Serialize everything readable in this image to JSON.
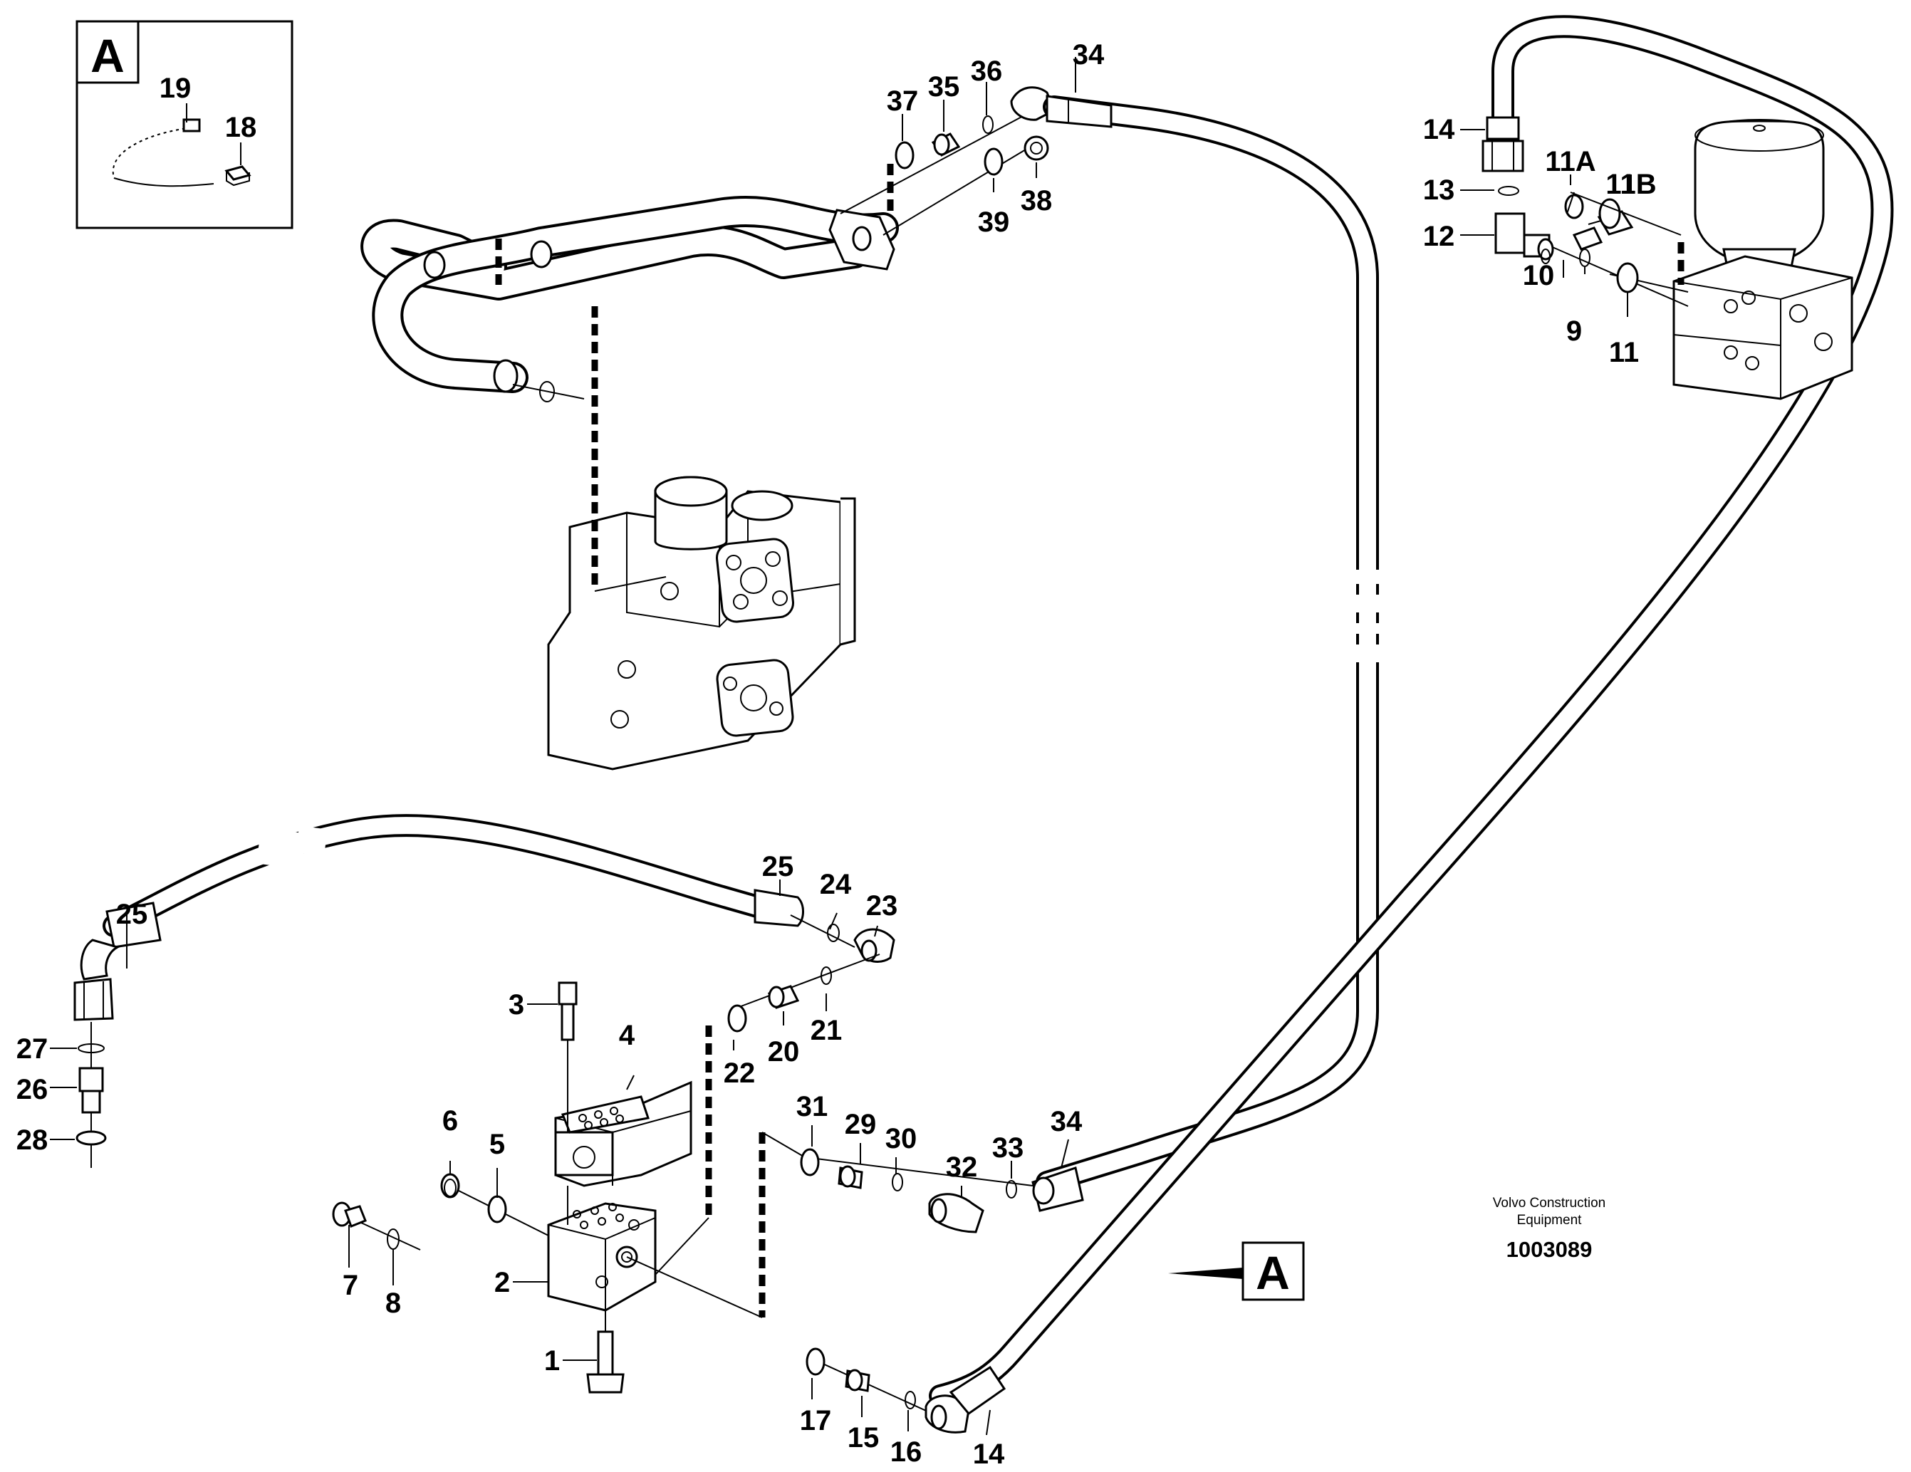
{
  "inset": {
    "letter": "A",
    "labels": [
      "19",
      "18"
    ]
  },
  "callout": {
    "letter": "A"
  },
  "caption": {
    "line1": "Volvo Construction",
    "line2": "Equipment",
    "number": "1003089"
  },
  "labels": {
    "l34a": "34",
    "l37": "37",
    "l35": "35",
    "l36": "36",
    "l38": "38",
    "l39": "39",
    "l14a": "14",
    "l13": "13",
    "l12": "12",
    "l11A": "11A",
    "l11B": "11B",
    "l10": "10",
    "l9": "9",
    "l11": "11",
    "l25a": "25",
    "l25b": "25",
    "l24": "24",
    "l23": "23",
    "l21": "21",
    "l20": "20",
    "l22": "22",
    "l27": "27",
    "l26": "26",
    "l28": "28",
    "l3": "3",
    "l4": "4",
    "l6": "6",
    "l5": "5",
    "l7": "7",
    "l8": "8",
    "l2": "2",
    "l1": "1",
    "l31": "31",
    "l29": "29",
    "l30": "30",
    "l32": "32",
    "l33": "33",
    "l34b": "34",
    "l17": "17",
    "l15": "15",
    "l16": "16",
    "l14b": "14"
  }
}
